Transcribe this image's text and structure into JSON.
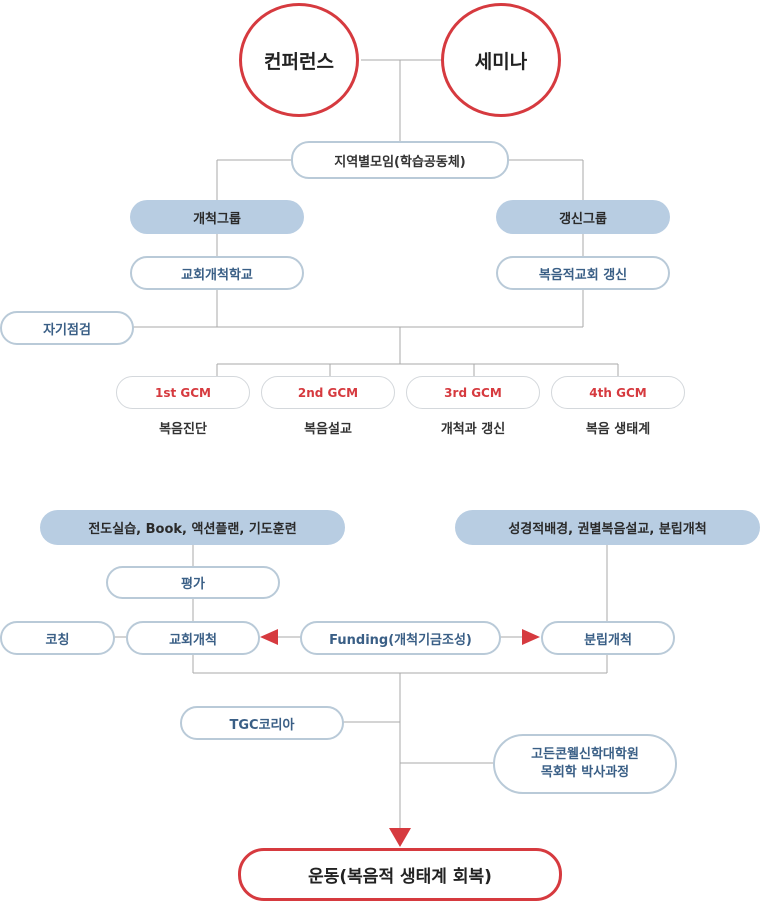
{
  "top": {
    "left_circle": "컨퍼런스",
    "right_circle": "세미나"
  },
  "regional": "지역별모임(학습공동체)",
  "groups": {
    "left": "개척그룹",
    "right": "갱신그룹"
  },
  "school": {
    "left": "교회개척학교",
    "right": "복음적교회 갱신"
  },
  "self_check": "자기점검",
  "gcm": [
    {
      "title": "1st GCM",
      "label": "복음진단"
    },
    {
      "title": "2nd GCM",
      "label": "복음설교"
    },
    {
      "title": "3rd GCM",
      "label": "개척과 갱신"
    },
    {
      "title": "4th GCM",
      "label": "복음 생태계"
    }
  ],
  "practice": "전도실습, Book, 액션플랜, 기도훈련",
  "background": "성경적배경, 권별복음설교, 분립개척",
  "evaluation": "평가",
  "coaching": "코칭",
  "church_planting": "교회개척",
  "funding": "Funding(개척기금조성)",
  "branch_planting": "분립개척",
  "tgc": "TGC코리아",
  "seminary": {
    "line1": "고든콘웰신학대학원",
    "line2": "목회학 박사과정"
  },
  "movement": "운동(복음적 생태계 회복)",
  "colors": {
    "accent_red": "#d63a3f",
    "line_gray": "#aaaaaa",
    "pill_border": "#b9cad8",
    "pill_fill": "#b8cde2",
    "pill_text": "#3a5f86"
  }
}
